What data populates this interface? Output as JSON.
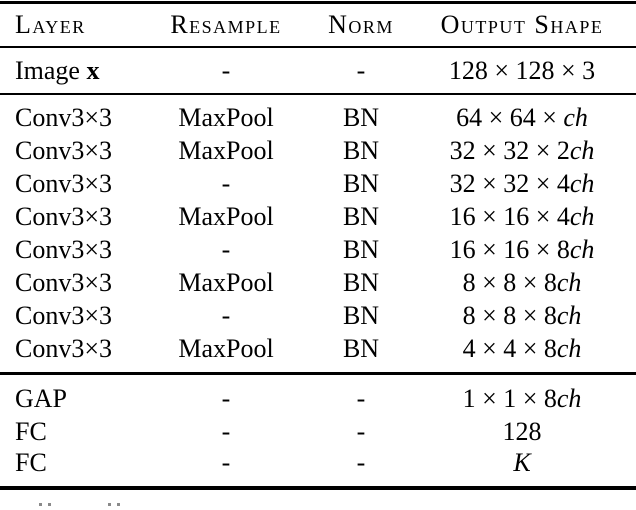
{
  "colors": {
    "background": "#ffffff",
    "text": "#000000",
    "rule": "#000000"
  },
  "table": {
    "header": [
      [
        {
          "t": "Layer"
        }
      ],
      [
        {
          "t": "Resample"
        }
      ],
      [
        {
          "t": "Norm"
        }
      ],
      [
        {
          "t": "Output Shape"
        }
      ]
    ],
    "groups": [
      {
        "name": "input",
        "rows": [
          {
            "cells": [
              [
                {
                  "t": "Image "
                },
                {
                  "t": "x",
                  "b": true
                }
              ],
              [
                {
                  "t": "-"
                }
              ],
              [
                {
                  "t": "-"
                }
              ],
              [
                {
                  "t": "128 × 128 × 3"
                }
              ]
            ]
          }
        ]
      },
      {
        "name": "conv-blocks",
        "rows": [
          {
            "cells": [
              [
                {
                  "t": "Conv3×3"
                }
              ],
              [
                {
                  "t": "MaxPool"
                }
              ],
              [
                {
                  "t": "BN"
                }
              ],
              [
                {
                  "t": "64 × 64 × "
                },
                {
                  "t": "ch",
                  "i": true
                }
              ]
            ]
          },
          {
            "cells": [
              [
                {
                  "t": "Conv3×3"
                }
              ],
              [
                {
                  "t": "MaxPool"
                }
              ],
              [
                {
                  "t": "BN"
                }
              ],
              [
                {
                  "t": "32 × 32 × 2"
                },
                {
                  "t": "ch",
                  "i": true
                }
              ]
            ]
          },
          {
            "cells": [
              [
                {
                  "t": "Conv3×3"
                }
              ],
              [
                {
                  "t": "-"
                }
              ],
              [
                {
                  "t": "BN"
                }
              ],
              [
                {
                  "t": "32 × 32 × 4"
                },
                {
                  "t": "ch",
                  "i": true
                }
              ]
            ]
          },
          {
            "cells": [
              [
                {
                  "t": "Conv3×3"
                }
              ],
              [
                {
                  "t": "MaxPool"
                }
              ],
              [
                {
                  "t": "BN"
                }
              ],
              [
                {
                  "t": "16 × 16 × 4"
                },
                {
                  "t": "ch",
                  "i": true
                }
              ]
            ]
          },
          {
            "cells": [
              [
                {
                  "t": "Conv3×3"
                }
              ],
              [
                {
                  "t": "-"
                }
              ],
              [
                {
                  "t": "BN"
                }
              ],
              [
                {
                  "t": "16 × 16 × 8"
                },
                {
                  "t": "ch",
                  "i": true
                }
              ]
            ]
          },
          {
            "cells": [
              [
                {
                  "t": "Conv3×3"
                }
              ],
              [
                {
                  "t": "MaxPool"
                }
              ],
              [
                {
                  "t": "BN"
                }
              ],
              [
                {
                  "t": "8 × 8 × 8"
                },
                {
                  "t": "ch",
                  "i": true
                }
              ]
            ]
          },
          {
            "cells": [
              [
                {
                  "t": "Conv3×3"
                }
              ],
              [
                {
                  "t": "-"
                }
              ],
              [
                {
                  "t": "BN"
                }
              ],
              [
                {
                  "t": "8 × 8 × 8"
                },
                {
                  "t": "ch",
                  "i": true
                }
              ]
            ]
          },
          {
            "cells": [
              [
                {
                  "t": "Conv3×3"
                }
              ],
              [
                {
                  "t": "MaxPool"
                }
              ],
              [
                {
                  "t": "BN"
                }
              ],
              [
                {
                  "t": "4 × 4 × 8"
                },
                {
                  "t": "ch",
                  "i": true
                }
              ]
            ]
          }
        ]
      },
      {
        "name": "classifier-head",
        "rows": [
          {
            "cells": [
              [
                {
                  "t": "GAP"
                }
              ],
              [
                {
                  "t": "-"
                }
              ],
              [
                {
                  "t": "-"
                }
              ],
              [
                {
                  "t": "1 × 1 × 8"
                },
                {
                  "t": "ch",
                  "i": true
                }
              ]
            ]
          },
          {
            "cells": [
              [
                {
                  "t": "FC"
                }
              ],
              [
                {
                  "t": "-"
                }
              ],
              [
                {
                  "t": "-"
                }
              ],
              [
                {
                  "t": "128"
                }
              ]
            ]
          },
          {
            "cells": [
              [
                {
                  "t": "FC"
                }
              ],
              [
                {
                  "t": "-"
                }
              ],
              [
                {
                  "t": "-"
                }
              ],
              [
                {
                  "t": "K",
                  "i": true
                }
              ]
            ]
          }
        ]
      }
    ]
  }
}
